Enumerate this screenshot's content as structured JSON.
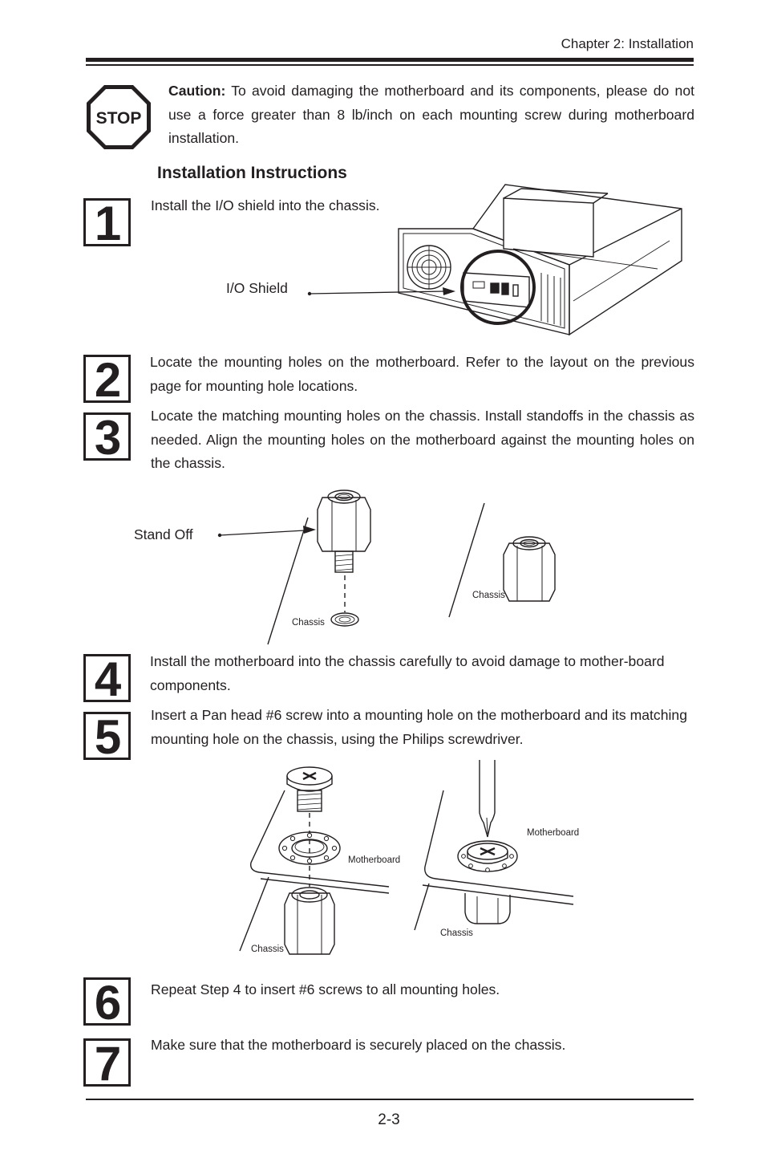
{
  "header": {
    "chapter": "Chapter 2: Installation"
  },
  "caution": {
    "stop_sign_text": "STOP",
    "label": "Caution:",
    "text": " To avoid damaging the motherboard and its components, please do not use a force greater than 8 lb/inch on each mounting screw during motherboard installation."
  },
  "section_title": "Installation Instructions",
  "steps": [
    {
      "number": "1",
      "text": "Install the I/O shield into the chassis."
    },
    {
      "number": "2",
      "text": "Locate the mounting holes on the motherboard. Refer to the layout on the previous page for mounting hole locations."
    },
    {
      "number": "3",
      "text": "Locate the matching mounting holes on the chassis.  Install standoffs in the chassis as needed.  Align the mounting holes on the motherboard against the mounting holes on the chassis."
    },
    {
      "number": "4",
      "text": "Install the motherboard into the chassis carefully to avoid damage to mother-board components."
    },
    {
      "number": "5",
      "text": "Insert a Pan head #6 screw into a mounting hole on the motherboard and its matching mounting hole on the chassis, using the Philips screwdriver."
    },
    {
      "number": "6",
      "text": "Repeat Step 4 to insert #6 screws to all mounting holes."
    },
    {
      "number": "7",
      "text": "Make sure that the motherboard is securely placed on the chassis."
    }
  ],
  "figure_labels": {
    "io_shield": "I/O Shield",
    "stand_off": "Stand Off",
    "chassis": "Chassis",
    "motherboard": "Motherboard"
  },
  "footer": {
    "page_number": "2-3"
  }
}
